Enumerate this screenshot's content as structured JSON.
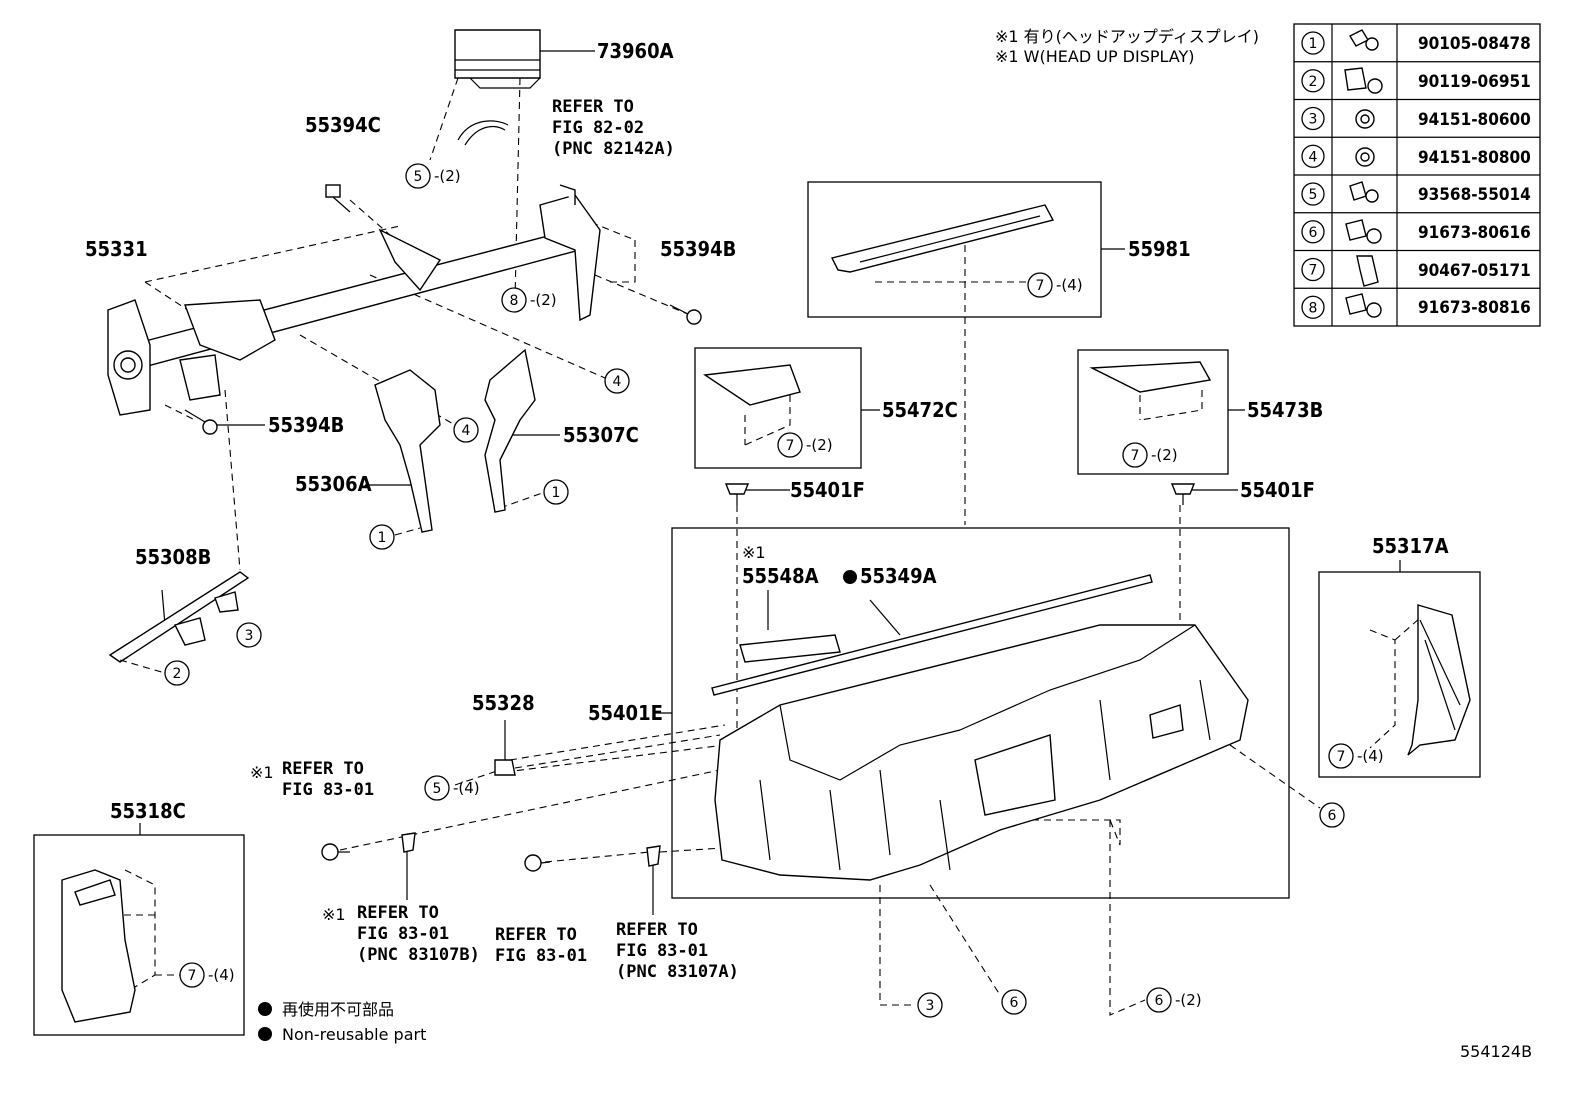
{
  "diagram": {
    "part_labels": [
      {
        "id": "73960A",
        "text": "73960A"
      },
      {
        "id": "55394C",
        "text": "55394C"
      },
      {
        "id": "55331",
        "text": "55331"
      },
      {
        "id": "55394B-upper",
        "text": "55394B"
      },
      {
        "id": "55394B-lower",
        "text": "55394B"
      },
      {
        "id": "55307C",
        "text": "55307C"
      },
      {
        "id": "55306A",
        "text": "55306A"
      },
      {
        "id": "55308B",
        "text": "55308B"
      },
      {
        "id": "55981",
        "text": "55981"
      },
      {
        "id": "55472C",
        "text": "55472C"
      },
      {
        "id": "55473B",
        "text": "55473B"
      },
      {
        "id": "55401F-left",
        "text": "55401F"
      },
      {
        "id": "55401F-right",
        "text": "55401F"
      },
      {
        "id": "55548A",
        "text": "55548A"
      },
      {
        "id": "55349A",
        "text": "55349A"
      },
      {
        "id": "55317A",
        "text": "55317A"
      },
      {
        "id": "55328",
        "text": "55328"
      },
      {
        "id": "55401E",
        "text": "55401E"
      },
      {
        "id": "55318C",
        "text": "55318C"
      }
    ],
    "refer_notes": [
      {
        "id": "refer-82-02",
        "lines": [
          "REFER TO",
          "FIG 82-02",
          "(PNC 82142A)"
        ]
      },
      {
        "id": "refer-83-01-a",
        "lines": [
          "REFER TO",
          "FIG 83-01"
        ]
      },
      {
        "id": "refer-83-01-b",
        "lines": [
          "REFER TO",
          "FIG 83-01",
          "(PNC 83107B)"
        ]
      },
      {
        "id": "refer-83-01-c",
        "lines": [
          "REFER TO",
          "FIG 83-01"
        ]
      },
      {
        "id": "refer-83-01-d",
        "lines": [
          "REFER TO",
          "FIG 83-01",
          "(PNC 83107A)"
        ]
      }
    ],
    "note_marks": {
      "mark1": "※1"
    },
    "callouts": [
      {
        "id": "c5-top",
        "num": "5",
        "qty": "-(2)"
      },
      {
        "id": "c8",
        "num": "8",
        "qty": "-(2)"
      },
      {
        "id": "c4-right",
        "num": "4",
        "qty": ""
      },
      {
        "id": "c4-mid",
        "num": "4",
        "qty": ""
      },
      {
        "id": "c1-right",
        "num": "1",
        "qty": ""
      },
      {
        "id": "c1-left",
        "num": "1",
        "qty": ""
      },
      {
        "id": "c3-left",
        "num": "3",
        "qty": ""
      },
      {
        "id": "c2",
        "num": "2",
        "qty": ""
      },
      {
        "id": "c7-55981",
        "num": "7",
        "qty": "-(4)"
      },
      {
        "id": "c7-55472C",
        "num": "7",
        "qty": "-(2)"
      },
      {
        "id": "c7-55473B",
        "num": "7",
        "qty": "-(2)"
      },
      {
        "id": "c7-55317A",
        "num": "7",
        "qty": "-(4)"
      },
      {
        "id": "c5-mid",
        "num": "5",
        "qty": "-(4)"
      },
      {
        "id": "c6-right",
        "num": "6",
        "qty": ""
      },
      {
        "id": "c7-55318C",
        "num": "7",
        "qty": "-(4)"
      },
      {
        "id": "c3-bottom",
        "num": "3",
        "qty": ""
      },
      {
        "id": "c6-bottom",
        "num": "6",
        "qty": ""
      },
      {
        "id": "c6-bottom2",
        "num": "6",
        "qty": "-(2)"
      }
    ],
    "header_notes": [
      "※1 有り(ヘッドアップディスプレイ)",
      "※1 W(HEAD UP DISPLAY)"
    ],
    "legend": [
      "再使用不可部品",
      "Non-reusable part"
    ],
    "figure_id": "554124B"
  },
  "fastener_table": [
    {
      "num": "1",
      "part": "90105-08478"
    },
    {
      "num": "2",
      "part": "90119-06951"
    },
    {
      "num": "3",
      "part": "94151-80600"
    },
    {
      "num": "4",
      "part": "94151-80800"
    },
    {
      "num": "5",
      "part": "93568-55014"
    },
    {
      "num": "6",
      "part": "91673-80616"
    },
    {
      "num": "7",
      "part": "90467-05171"
    },
    {
      "num": "8",
      "part": "91673-80816"
    }
  ]
}
